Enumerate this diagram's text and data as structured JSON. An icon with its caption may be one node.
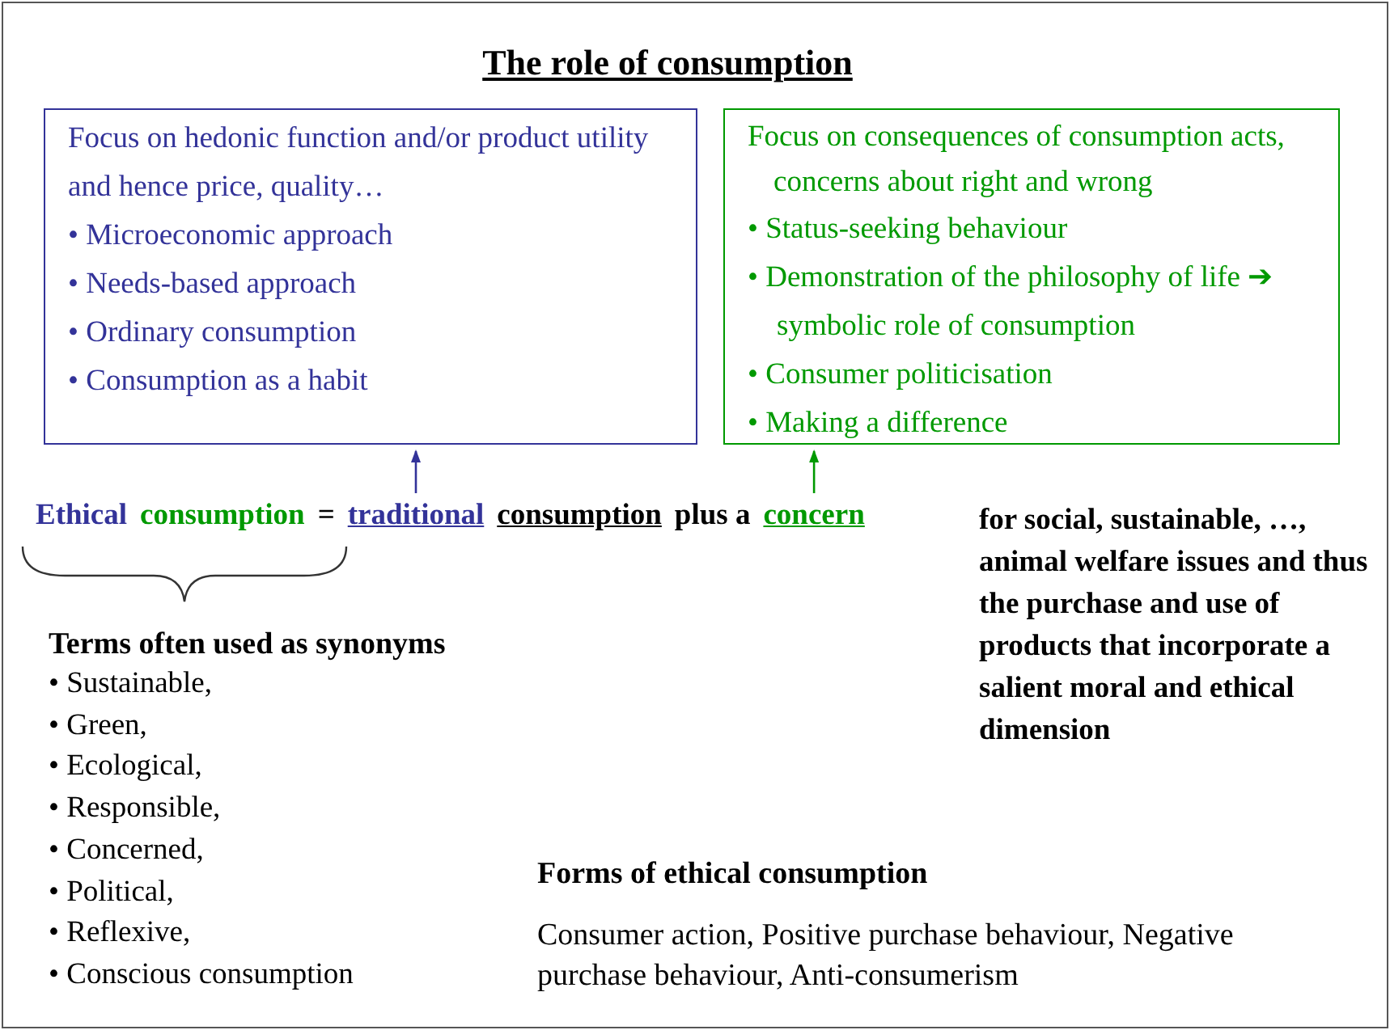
{
  "diagram": {
    "title": "The role of consumption",
    "nodes": [
      {
        "text": [
          "Focus on hedonic function and/or product utility and hence price, quality…",
          "• Microeconomic approach",
          "• Needs-based approach",
          "• Ordinary consumption",
          "• Consumption as a habit"
        ]
      },
      {
        "text": [
          "Focus on consequences of consumption acts, concerns about right and wrong",
          "• Status-seeking behaviour",
          "• Demonstration of the philosophy of life ➔ symbolic role of consumption",
          "• Consumer politicisation",
          "• Making a difference"
        ]
      },
      {
        "text": [
          "traditional"
        ]
      },
      {
        "text": [
          "concern"
        ]
      }
    ],
    "edges": [
      {
        "from": 2,
        "to": 0,
        "arrow": "to",
        "color": "#333399"
      },
      {
        "from": 3,
        "to": 1,
        "arrow": "to",
        "color": "#009900"
      }
    ],
    "labels": [
      "Ethical",
      "consumption",
      "=",
      "consumption",
      "plus a",
      "for social, sustainable, …, animal welfare issues and thus the purchase and use of products that incorporate a salient moral and ethical dimension",
      "Terms often used as synonyms",
      "• Sustainable,",
      "• Green,",
      "• Ecological,",
      "• Responsible,",
      "• Concerned,",
      "• Political,",
      "• Reflexive,",
      "• Conscious consumption",
      "Forms of ethical consumption",
      "Consumer action, Positive purchase behaviour, Negative purchase behaviour, Anti-consumerism"
    ]
  }
}
